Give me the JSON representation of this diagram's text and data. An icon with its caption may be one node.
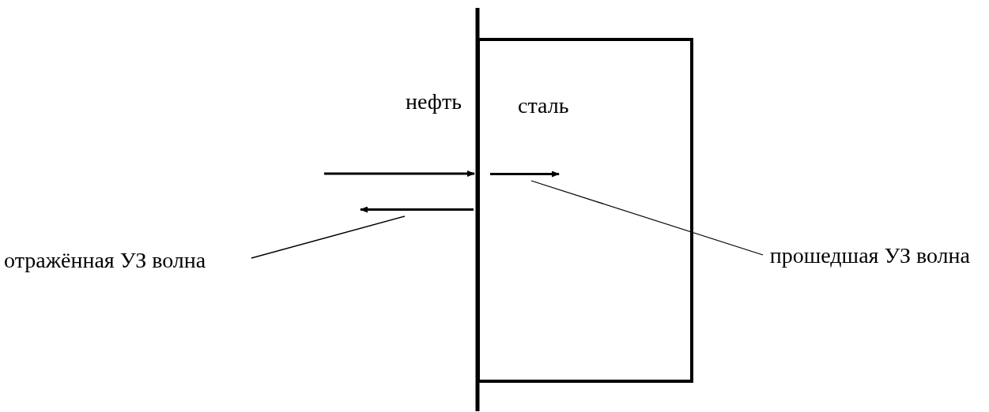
{
  "diagram": {
    "nodes": [
      {
        "text": [
          "сталь"
        ]
      },
      {
        "text": [
          "отражённая УЗ волна"
        ]
      },
      {
        "text": [],
        "shape": "arrow"
      },
      {
        "text": [
          "прошедшая УЗ волна"
        ]
      },
      {
        "text": [],
        "shape": "arrow",
        "in": 0
      }
    ],
    "edges": [
      {
        "from": 1,
        "to": 2,
        "arrow": "none"
      },
      {
        "from": 3,
        "to": 4,
        "arrow": "none"
      }
    ],
    "labels": [
      "нефть"
    ]
  }
}
